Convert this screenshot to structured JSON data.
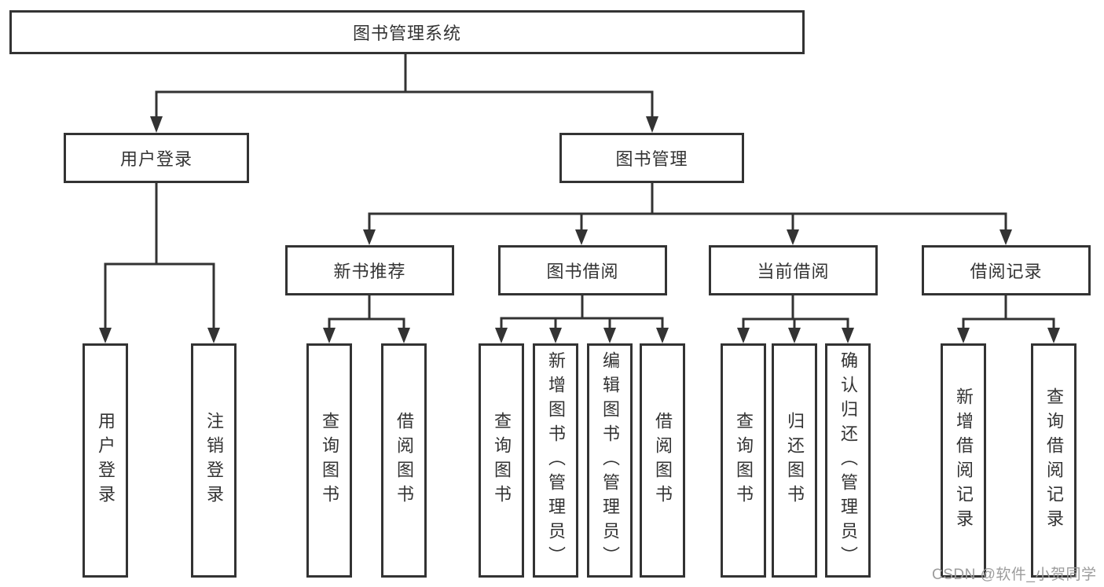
{
  "diagram": {
    "root": {
      "label": "图书管理系统"
    },
    "level2": [
      {
        "label": "用户登录",
        "children": [
          {
            "label": "用户登录"
          },
          {
            "label": "注销登录"
          }
        ]
      },
      {
        "label": "图书管理",
        "children": [
          {
            "label": "新书推荐",
            "children": [
              {
                "label": "查询图书"
              },
              {
                "label": "借阅图书"
              }
            ]
          },
          {
            "label": "图书借阅",
            "children": [
              {
                "label": "查询图书"
              },
              {
                "label": "新增图书（管理员）"
              },
              {
                "label": "编辑图书（管理员）"
              },
              {
                "label": "借阅图书"
              }
            ]
          },
          {
            "label": "当前借阅",
            "children": [
              {
                "label": "查询图书"
              },
              {
                "label": "归还图书"
              },
              {
                "label": "确认归还（管理员）"
              }
            ]
          },
          {
            "label": "借阅记录",
            "children": [
              {
                "label": "新增借阅记录"
              },
              {
                "label": "查询借阅记录"
              }
            ]
          }
        ]
      }
    ]
  },
  "watermark": {
    "text": "CSDN @软件_小贺同学"
  },
  "colors": {
    "line": "#333333",
    "border": "#333333",
    "text": "#333333",
    "watermark": "#9c9c9c",
    "background": "#ffffff"
  }
}
